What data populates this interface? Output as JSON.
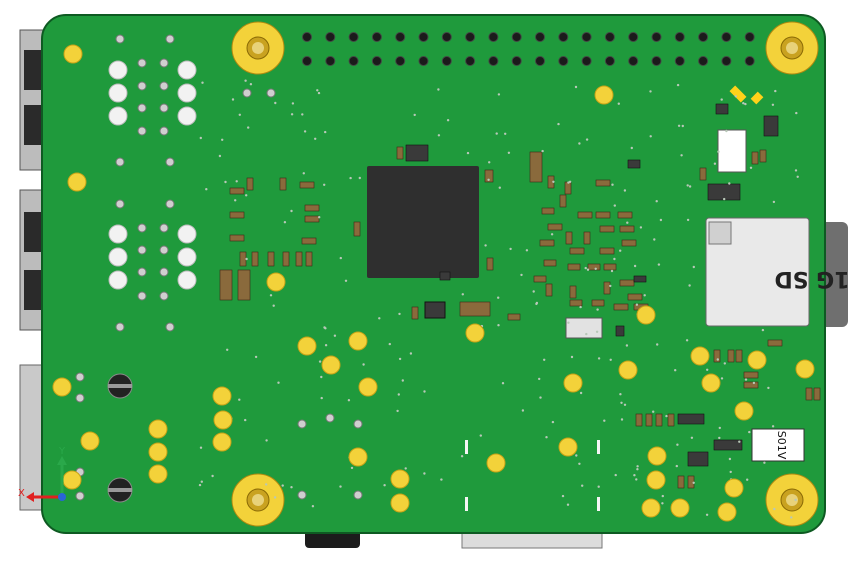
{
  "view": {
    "background_color": "#ffffff",
    "pcb_color": "#1f9a3c",
    "pcb_outline_color": "#0e5a22",
    "pad_color": "#f3d23a",
    "chip_color": "#2f2f2f",
    "copper_color": "#d7b04d"
  },
  "sd_card": {
    "label": "1G SD",
    "body_color": "#e9e9e9",
    "card_color": "#6f6f6f"
  },
  "chip_marking": {
    "label": "S01V"
  },
  "axes": {
    "x_label": "X",
    "y_label": "Y",
    "x_color": "#e02020",
    "y_color": "#2aa84a",
    "z_color": "#2a64d8"
  }
}
